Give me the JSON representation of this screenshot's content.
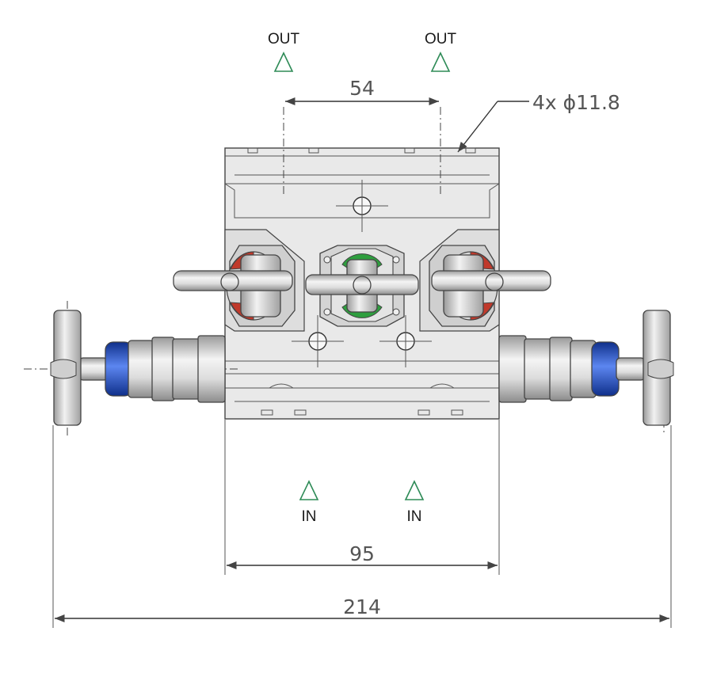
{
  "labels": {
    "out_left": "OUT",
    "out_right": "OUT",
    "in_left": "IN",
    "in_right": "IN"
  },
  "dimensions": {
    "outlet_spacing": "54",
    "hole_callout": "4x ϕ11.8",
    "inlet_spacing": "95",
    "overall_width": "214"
  },
  "colors": {
    "flow_arrow": "#2e8b57",
    "valve_red": "#c0392b",
    "valve_green": "#2e9e3e",
    "valve_blue": "#1f4fbf"
  }
}
